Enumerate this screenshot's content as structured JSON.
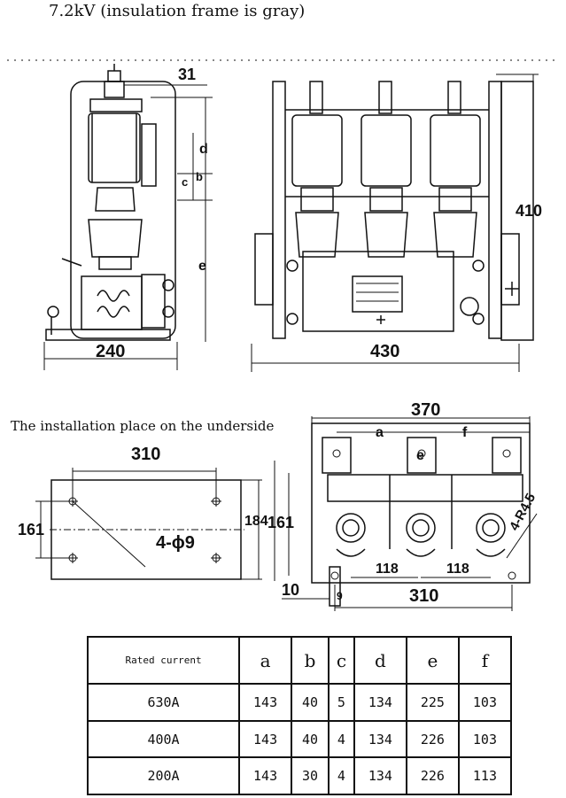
{
  "header": "7.2kV (insulation frame is gray)",
  "front_view": {
    "dim_top": "31",
    "dim_d": "d",
    "dim_b": "b",
    "dim_c": "c",
    "dim_e": "e",
    "dim_width": "240"
  },
  "side_view": {
    "dim_height": "410",
    "dim_width": "430"
  },
  "install": {
    "title": "The installation place on the underside",
    "dim_width": "310",
    "dim_height": "161",
    "dim_outer_height": "184",
    "hole_spec": "4-ϕ9"
  },
  "bottom_view": {
    "dim_total": "370",
    "dim_a": "a",
    "dim_f": "f",
    "dim_e": "e",
    "dim_height": "161",
    "dim_118_left": "118",
    "dim_118_right": "118",
    "dim_310": "310",
    "dim_10": "10",
    "dim_9": "9",
    "radius": "4-R4.5"
  },
  "table": {
    "headers": [
      "Rated current",
      "a",
      "b",
      "c",
      "d",
      "e",
      "f"
    ],
    "rows": [
      [
        "630A",
        "143",
        "40",
        "5",
        "134",
        "225",
        "103"
      ],
      [
        "400A",
        "143",
        "40",
        "4",
        "134",
        "226",
        "103"
      ],
      [
        "200A",
        "143",
        "30",
        "4",
        "134",
        "226",
        "113"
      ]
    ]
  }
}
